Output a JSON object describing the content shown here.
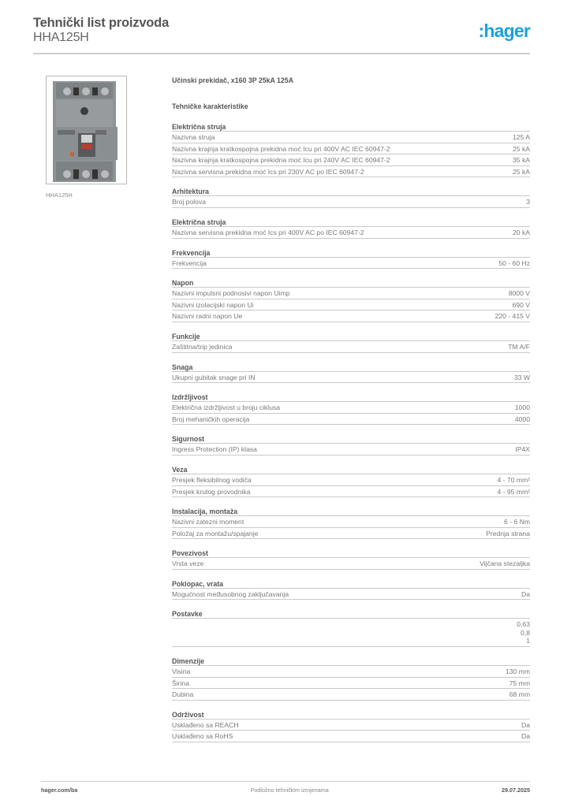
{
  "header": {
    "title": "Tehnički list proizvoda",
    "subtitle": "HHA125H",
    "logo_text": ":hager",
    "logo_color": "#19a3dd"
  },
  "product": {
    "image_caption": "HHA125H",
    "name": "Učinski prekidač, x160 3P 25kA 125A",
    "tech_title": "Tehničke karakteristike"
  },
  "sections": [
    {
      "title": "Električna struja",
      "rows": [
        {
          "label": "Nazivna struja",
          "value": "125 A"
        },
        {
          "label": "Nazivna krajnja kratkospojna prekidna moć Icu pri 400V AC IEC 60947-2",
          "value": "25 kA"
        },
        {
          "label": "Nazivna krajnja kratkospojna prekidna moć Icu pri 240V AC IEC 60947-2",
          "value": "35 kA"
        },
        {
          "label": "Nazivna servisna prekidna moć Ics pri 230V AC po IEC 60947-2",
          "value": "25 kA"
        }
      ]
    },
    {
      "title": "Arhitektura",
      "rows": [
        {
          "label": "Broj polova",
          "value": "3"
        }
      ]
    },
    {
      "title": "Električna struja",
      "rows": [
        {
          "label": "Nazivna servisna prekidna moć Ics pri 400V AC po IEC 60947-2",
          "value": "20 kA"
        }
      ]
    },
    {
      "title": "Frekvencija",
      "rows": [
        {
          "label": "Frekvencija",
          "value": "50 - 60 Hz"
        }
      ]
    },
    {
      "title": "Napon",
      "rows": [
        {
          "label": "Nazivni impulsni podnosivi napon Uimp",
          "value": "8000 V"
        },
        {
          "label": "Nazivni izolacijski napon Ui",
          "value": "690 V"
        },
        {
          "label": "Nazivni radni napon Ue",
          "value": "220 - 415 V"
        }
      ]
    },
    {
      "title": "Funkcije",
      "rows": [
        {
          "label": "Zaštitna/trip jedinica",
          "value": "TM A/F"
        }
      ]
    },
    {
      "title": "Snaga",
      "rows": [
        {
          "label": "Ukupni gubitak snage pri IN",
          "value": "33 W"
        }
      ]
    },
    {
      "title": "Izdržljivost",
      "rows": [
        {
          "label": "Električna izdržljivost u broju ciklusa",
          "value": "1000"
        },
        {
          "label": "Broj mehaničkih operacija",
          "value": "4000"
        }
      ]
    },
    {
      "title": "Sigurnost",
      "rows": [
        {
          "label": "Ingress Protection (IP) klasa",
          "value": "IP4X"
        }
      ]
    },
    {
      "title": "Veza",
      "rows": [
        {
          "label": "Presjek fleksibilnog vodiča",
          "value": "4 - 70 mm²"
        },
        {
          "label": "Presjek krutog provodnika",
          "value": "4 - 95 mm²"
        }
      ]
    },
    {
      "title": "Instalacija, montaža",
      "rows": [
        {
          "label": "Nazivni zatezni moment",
          "value": "6 - 6 Nm"
        },
        {
          "label": "Položaj za montažu/spajanje",
          "value": "Prednja strana"
        }
      ]
    },
    {
      "title": "Povezivost",
      "rows": [
        {
          "label": "Vrsta veze",
          "value": "Vijčana stezaljka"
        }
      ]
    },
    {
      "title": "Poklopac, vrata",
      "rows": [
        {
          "label": "Mogućnost međusobnog zaključavanja",
          "value": "Da"
        }
      ]
    },
    {
      "title": "Postavke",
      "multi_values": [
        "0,63",
        "0,8",
        "1"
      ]
    },
    {
      "title": "Dimenzije",
      "rows": [
        {
          "label": "Visina",
          "value": "130 mm"
        },
        {
          "label": "Širina",
          "value": "75 mm"
        },
        {
          "label": "Dubina",
          "value": "68 mm"
        }
      ]
    },
    {
      "title": "Održivost",
      "rows": [
        {
          "label": "Usklađeno sa REACH",
          "value": "Da"
        },
        {
          "label": "Usklađeno sa RoHS",
          "value": "Da"
        }
      ]
    }
  ],
  "footer": {
    "website": "hager.com/ba",
    "note": "Podložno tehničkim izmjenama",
    "date": "29.07.2025"
  }
}
